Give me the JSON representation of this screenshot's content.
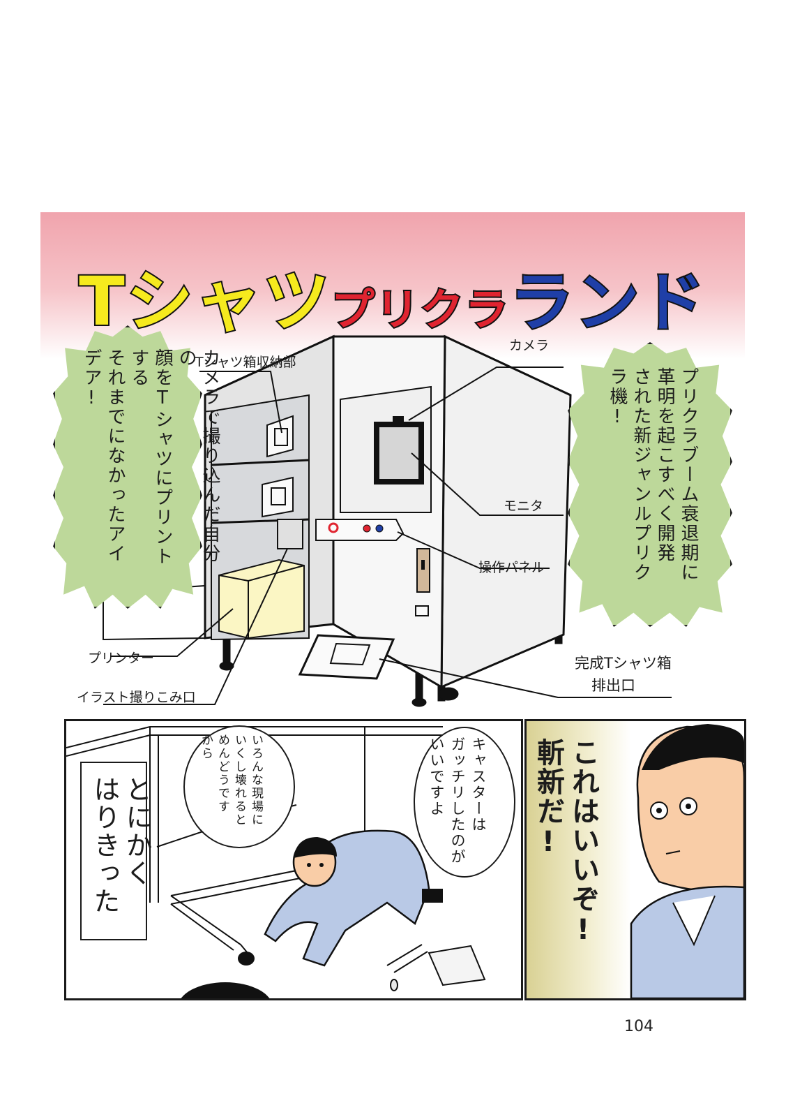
{
  "title": {
    "part1": "Tシャツ",
    "part2": "プリクラ",
    "part3": "ランド"
  },
  "left_burst": {
    "lines": [
      "カメラで撮り込んだ自分の",
      "顔をTシャツにプリントする",
      "それまでになかったアイデア!"
    ]
  },
  "right_burst": {
    "lines": [
      "プリクラブーム衰退期に",
      "革明を起こすべく開発",
      "された新ジャンルプリクラ機!"
    ]
  },
  "labels": {
    "storage": "Tシャツ箱収納部",
    "camera": "カメラ",
    "monitor": "モニタ",
    "panel": "操作パネル",
    "printer": "プリンター",
    "illustration": "イラスト撮りこみ口",
    "exit_line1": "完成Tシャツ箱",
    "exit_line2": "排出口"
  },
  "panel2": {
    "narration": [
      "とにかく",
      "はりきった"
    ],
    "bubble1": [
      "いろんな現場に",
      "いくし壊れると",
      "めんどうです",
      "から"
    ],
    "bubble2": [
      "キャスターは",
      "ガッチリしたのが",
      "いいですよ"
    ]
  },
  "panel3": {
    "speech": [
      "これはいいぞ!",
      "斬新だ!"
    ]
  },
  "page_number": "104",
  "colors": {
    "title_yellow": "#f6ea1e",
    "title_red": "#e02430",
    "title_blue": "#1f3fa7",
    "burst_green": "#bdd89a",
    "header_pink": "#f0a4ad",
    "uniform_blue": "#b9c9e6",
    "printer_yellow": "#fbf6c4"
  }
}
